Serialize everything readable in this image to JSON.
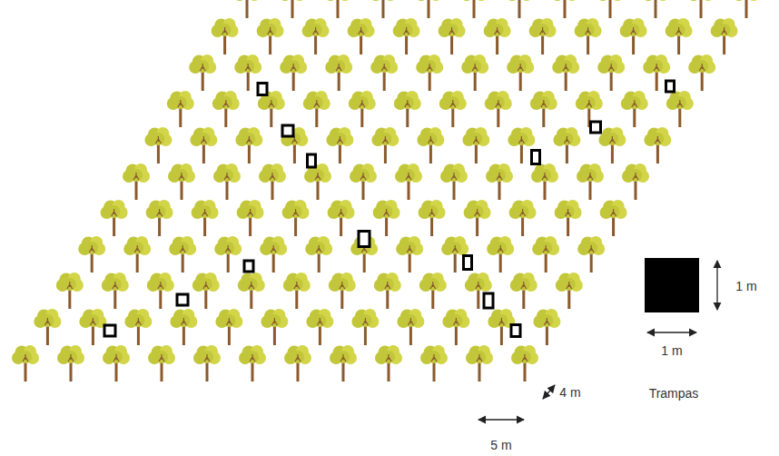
{
  "diagram": {
    "labels": [
      "4 m",
      "5 m",
      "1 m",
      "1 m",
      "Trampas"
    ]
  }
}
